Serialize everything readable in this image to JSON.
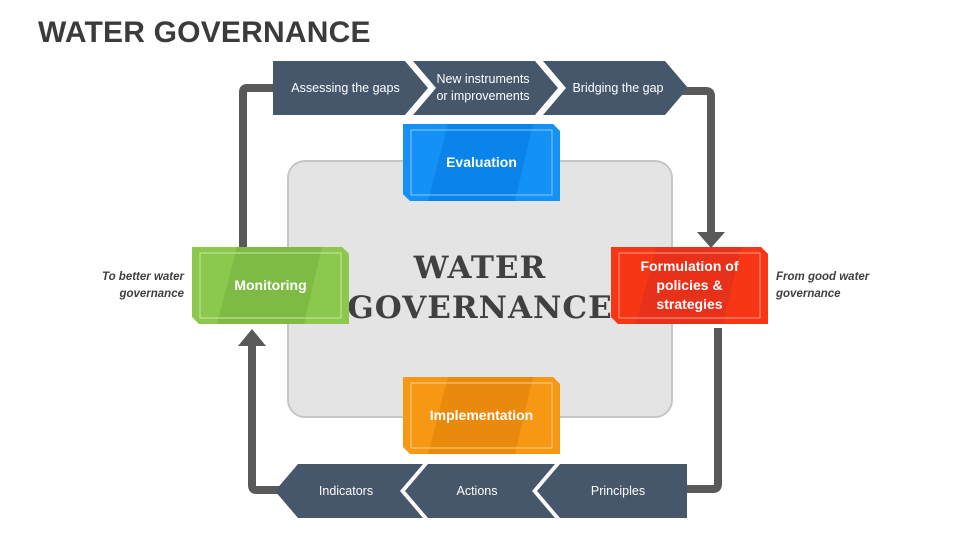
{
  "slide": {
    "title": "WATER GOVERNANCE",
    "center_title_line1": "WATER",
    "center_title_line2": "GOVERNANCE"
  },
  "top_chevrons": [
    {
      "label_line1": "Assessing the gaps",
      "label_line2": ""
    },
    {
      "label_line1": "New instruments",
      "label_line2": "or improvements"
    },
    {
      "label_line1": "Bridging the gap",
      "label_line2": ""
    }
  ],
  "bottom_chevrons": [
    {
      "label": "Indicators"
    },
    {
      "label": "Actions"
    },
    {
      "label": "Principles"
    }
  ],
  "cards": {
    "evaluation": {
      "label": "Evaluation",
      "color": "#0a84e8"
    },
    "monitoring": {
      "label": "Monitoring",
      "color": "#7fbb44"
    },
    "formulation": {
      "line1": "Formulation of",
      "line2": "policies &",
      "line3": "strategies",
      "color": "#e8311a"
    },
    "implementation": {
      "label": "Implementation",
      "color": "#ea8a0c"
    }
  },
  "side_notes": {
    "left_line1": "To better water",
    "left_line2": "governance",
    "right_line1": "From good water",
    "right_line2": "governance"
  },
  "colors": {
    "chevron": "#46566b",
    "connector": "#595959",
    "center_fill": "#e4e4e4"
  }
}
